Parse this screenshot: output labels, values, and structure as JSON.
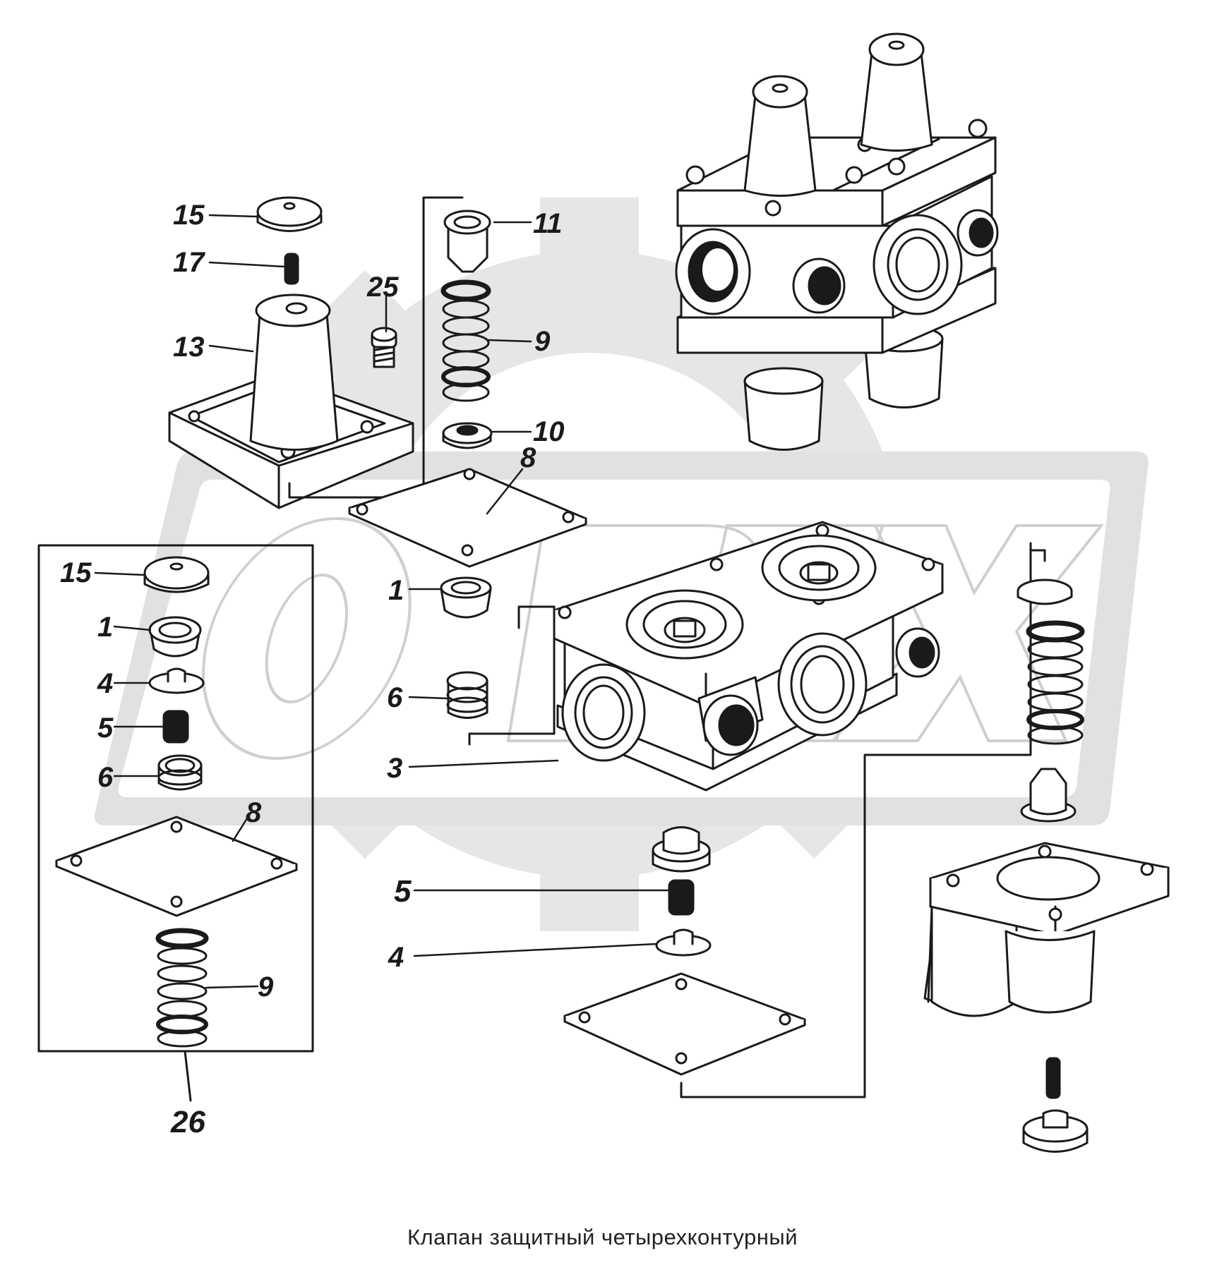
{
  "caption": "Клапан защитный четырехконтурный",
  "watermark": {
    "text": "OPEX",
    "color": "#d9d9d9"
  },
  "colors": {
    "line": "#1a1a1a",
    "fill": "#ffffff",
    "watermark": "#dedede"
  },
  "callouts": [
    {
      "key": "c15a",
      "text": "15"
    },
    {
      "key": "c17",
      "text": "17"
    },
    {
      "key": "c13",
      "text": "13"
    },
    {
      "key": "c25",
      "text": "25"
    },
    {
      "key": "c11",
      "text": "11"
    },
    {
      "key": "c9a",
      "text": "9"
    },
    {
      "key": "c10",
      "text": "10"
    },
    {
      "key": "c8a",
      "text": "8"
    },
    {
      "key": "c1a",
      "text": "1"
    },
    {
      "key": "c6a",
      "text": "6"
    },
    {
      "key": "c3",
      "text": "3"
    },
    {
      "key": "c5a",
      "text": "5"
    },
    {
      "key": "c4a",
      "text": "4"
    },
    {
      "key": "c15b",
      "text": "15"
    },
    {
      "key": "c1b",
      "text": "1"
    },
    {
      "key": "c4b",
      "text": "4"
    },
    {
      "key": "c5b",
      "text": "5"
    },
    {
      "key": "c6b",
      "text": "6"
    },
    {
      "key": "c8b",
      "text": "8"
    },
    {
      "key": "c9b",
      "text": "9"
    },
    {
      "key": "c26",
      "text": "26"
    }
  ]
}
